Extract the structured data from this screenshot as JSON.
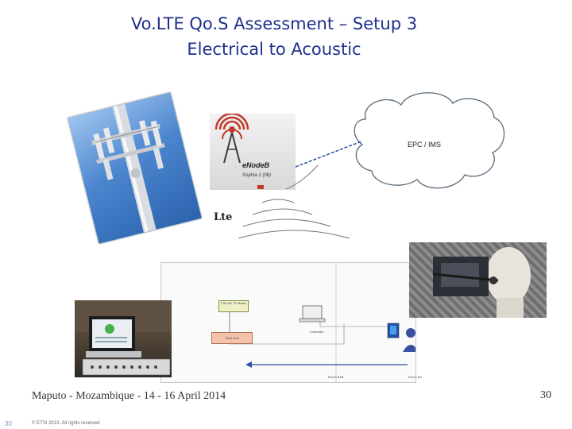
{
  "slide": {
    "title_line1": "Vo.LTE Qo.S Assessment – Setup 3",
    "title_line2": "Electrical to Acoustic",
    "footer_location": "Maputo - Mozambique - 14 - 16 April 2014",
    "footer_page": "30",
    "slide_number": "30",
    "copyright": "© ETSI 2013. All rights reserved"
  },
  "diagram": {
    "enodeb_name": "eNodeB",
    "enodeb_model": "Sophia 1 (06)",
    "core_label": "EPC / IMS",
    "lte_logo": "Lte",
    "ue_box_label": "LTE-UE TT Mover",
    "terminal_box_label": "Term End",
    "controller_label": "Controller",
    "room_b1b": "Room B1B",
    "room_b2": "Room B2"
  },
  "colors": {
    "title": "#1f2f8c",
    "cloud_outline": "#5a6a7a",
    "link_arrow": "#2b4fa8",
    "enodeb_antenna": "#c0392b"
  }
}
